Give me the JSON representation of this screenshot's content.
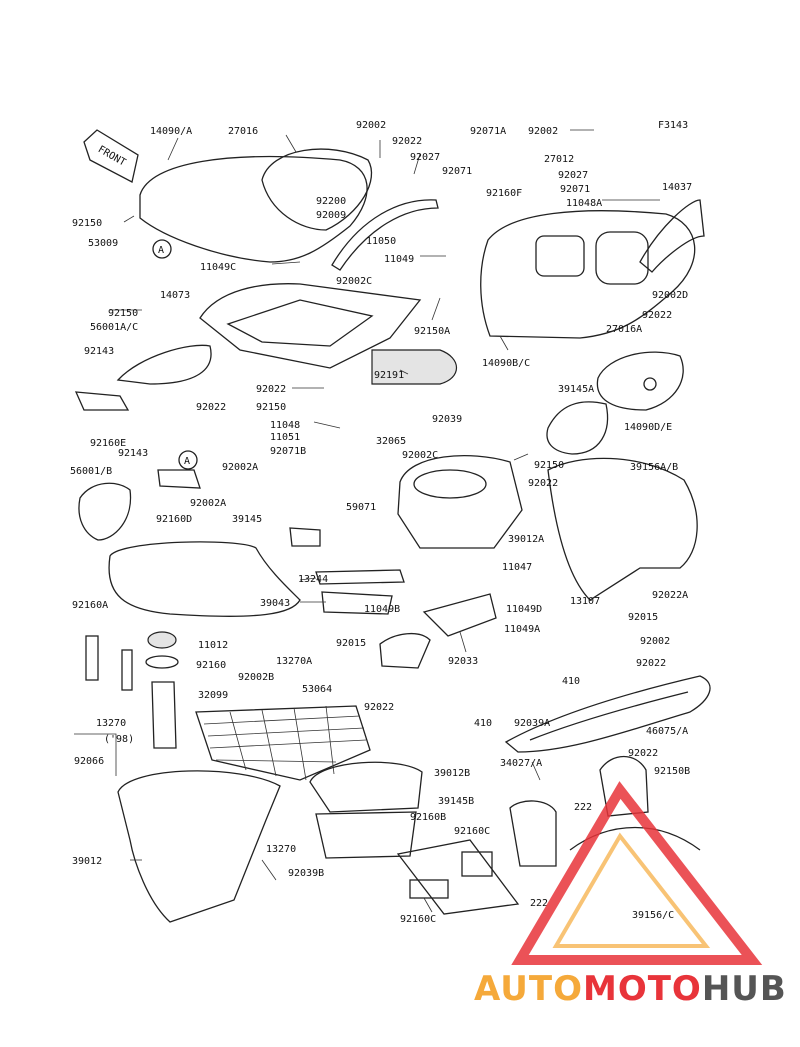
{
  "figure_code": "F3143",
  "front_label": "FRONT",
  "callout_letter": "A",
  "labels": [
    "14090/A",
    "27016",
    "92002",
    "92022",
    "92071A",
    "92002",
    "F3143",
    "92027",
    "27012",
    "92071",
    "92027",
    "92071",
    "14037",
    "92200",
    "92009",
    "92160F",
    "11048A",
    "92150",
    "53009",
    "11050",
    "11049C",
    "11049",
    "92002C",
    "92150",
    "14073",
    "56001A/C",
    "92150A",
    "92002D",
    "92022",
    "27016A",
    "92143",
    "14090B/C",
    "92191",
    "92022",
    "92150",
    "39145A",
    "14090D/E",
    "92160E",
    "92039",
    "92022",
    "11048",
    "11051",
    "32065",
    "92071B",
    "92002C",
    "92143",
    "92002A",
    "92150",
    "39156A/B",
    "56001/B",
    "92002A",
    "59071",
    "92022",
    "92160D",
    "39145",
    "39012A",
    "13244",
    "11047",
    "92022A",
    "39043",
    "11049B",
    "11049D",
    "13107",
    "92015",
    "92160A",
    "11012",
    "13270A",
    "92015",
    "11049A",
    "92002",
    "92160",
    "92002B",
    "92033",
    "92022",
    "32099",
    "53064",
    "410",
    "92022",
    "13270",
    "('98)",
    "410",
    "92039A",
    "46075/A",
    "92066",
    "92022",
    "34027/A",
    "39012B",
    "92150B",
    "39145B",
    "222",
    "92160B",
    "92160C",
    "39012",
    "13270",
    "92039B",
    "222",
    "39156/C",
    "92160C"
  ],
  "watermark": {
    "part1": "AUTO",
    "part2": "MOTO",
    "part3": "HUB"
  },
  "colors": {
    "accent_orange": "#f5a93a",
    "accent_red": "#e8343a",
    "hub_gray": "#555555"
  }
}
